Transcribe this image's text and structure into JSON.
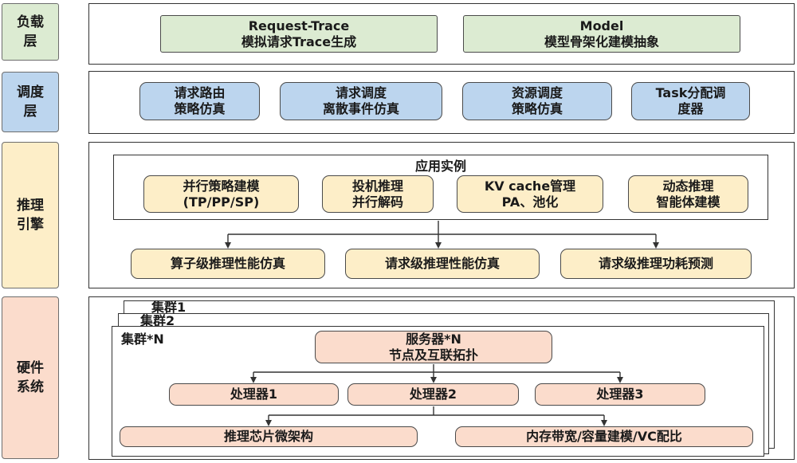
{
  "layers": {
    "workload": {
      "side_label": "负载\n层",
      "boxes": [
        "Request-Trace\n模拟请求Trace生成",
        "Model\n模型骨架化建模抽象"
      ]
    },
    "scheduling": {
      "side_label": "调度\n层",
      "boxes": [
        "请求路由\n策略仿真",
        "请求调度\n离散事件仿真",
        "资源调度\n策略仿真",
        "Task分配调\n度器"
      ]
    },
    "inference": {
      "side_label": "推理\n引擎",
      "instance_title": "应用实例",
      "instance_boxes": [
        "并行策略建模\n(TP/PP/SP)",
        "投机推理\n并行解码",
        "KV cache管理\nPA、池化",
        "动态推理\n智能体建模"
      ],
      "output_boxes": [
        "算子级推理性能仿真",
        "请求级推理性能仿真",
        "请求级推理功耗预测"
      ]
    },
    "hardware": {
      "side_label": "硬件\n系统",
      "cluster_labels": [
        "集群1",
        "集群2",
        "集群*N"
      ],
      "server_box": "服务器*N\n节点及互联拓扑",
      "processors": [
        "处理器1",
        "处理器2",
        "处理器3"
      ],
      "bottom_boxes": [
        "推理芯片微架构",
        "内存带宽/容量建模/VC配比"
      ]
    }
  },
  "colors": {
    "workload": "#dcebd2",
    "scheduling": "#bcd5ee",
    "inference": "#fdeec8",
    "hardware": "#fbdccc"
  }
}
